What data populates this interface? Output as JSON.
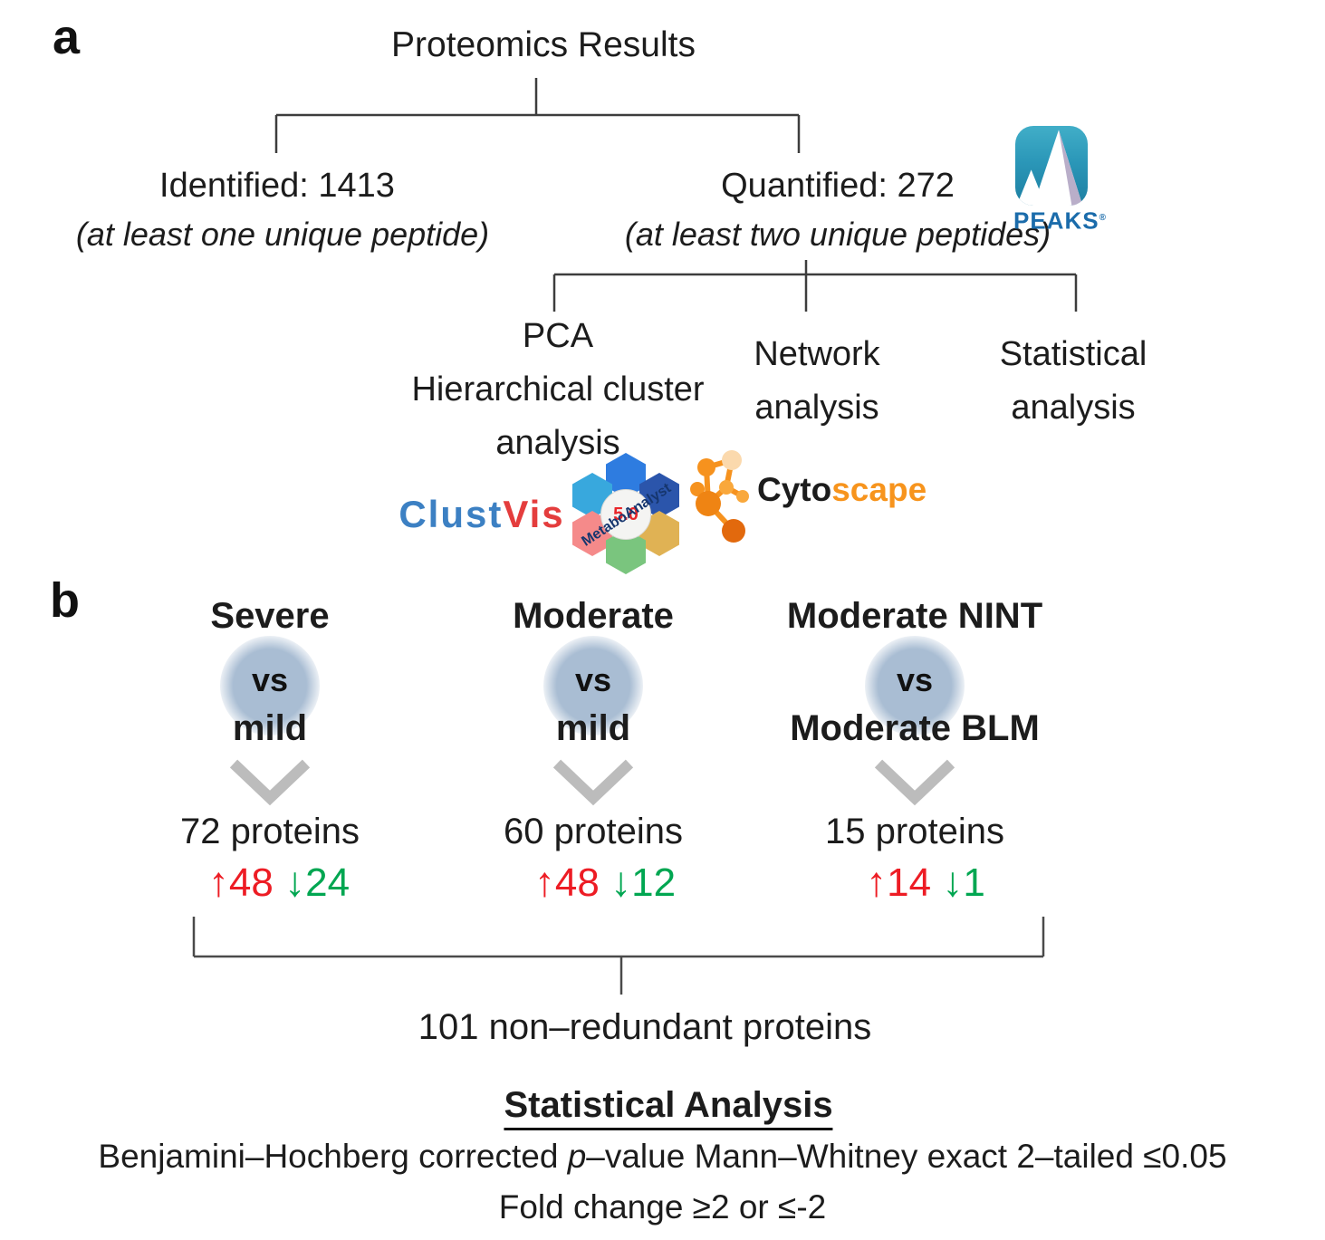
{
  "panel_a": {
    "label": "a",
    "title": "Proteomics Results",
    "identified": {
      "title": "Identified: 1413",
      "subtitle": "(at least one unique peptide)"
    },
    "quantified": {
      "title": "Quantified: 272",
      "subtitle": "(at least two unique peptides)"
    },
    "peaks_logo": {
      "text": "PEAKS",
      "reg": "®"
    },
    "analyses": [
      {
        "lines": [
          "PCA",
          "Hierarchical cluster",
          "analysis"
        ]
      },
      {
        "lines": [
          "Network",
          "analysis"
        ]
      },
      {
        "lines": [
          "Statistical",
          "analysis"
        ]
      }
    ],
    "logos": {
      "clustvis": {
        "part1": "Clust",
        "part2": "Vis"
      },
      "metaboanalyst": {
        "name": "MetaboAnalyst",
        "version": "5.0"
      },
      "cytoscape": {
        "part1": "Cyto",
        "part2": "scape"
      }
    }
  },
  "panel_b": {
    "label": "b",
    "up_arrow": "↑",
    "down_arrow": "↓",
    "comparisons": [
      {
        "top": "Severe",
        "vs": "vs",
        "bottom": "mild",
        "proteins": "72 proteins",
        "up": "48",
        "down": "24"
      },
      {
        "top": "Moderate",
        "vs": "vs",
        "bottom": "mild",
        "proteins": "60 proteins",
        "up": "48",
        "down": "12"
      },
      {
        "top": "Moderate NINT",
        "vs": "vs",
        "bottom": "Moderate BLM",
        "proteins": "15 proteins",
        "up": "14",
        "down": "1"
      }
    ],
    "summary": "101 non–redundant proteins",
    "stats": {
      "heading": "Statistical Analysis",
      "line1_pre": "Benjamini–Hochberg corrected ",
      "line1_p": "p",
      "line1_post": "–value Mann–Whitney exact 2–tailed ≤0.05",
      "line2": "Fold change ≥2 or ≤-2"
    }
  },
  "colors": {
    "up_red": "#ed1c24",
    "down_green": "#00a651",
    "vs_badge": "#a9bdd3",
    "chevron_gray": "#bcbcbc",
    "connector": "#3d3d3d",
    "peaks_teal": "#2b97b8",
    "peaks_text_blue": "#1b6cab",
    "clustvis_blue": "#3c80c3",
    "clustvis_red": "#e43d3d",
    "metabo_navy": "#16366e",
    "metabo_version_red": "#e8262a",
    "cytoscape_orange": "#f7941d"
  }
}
